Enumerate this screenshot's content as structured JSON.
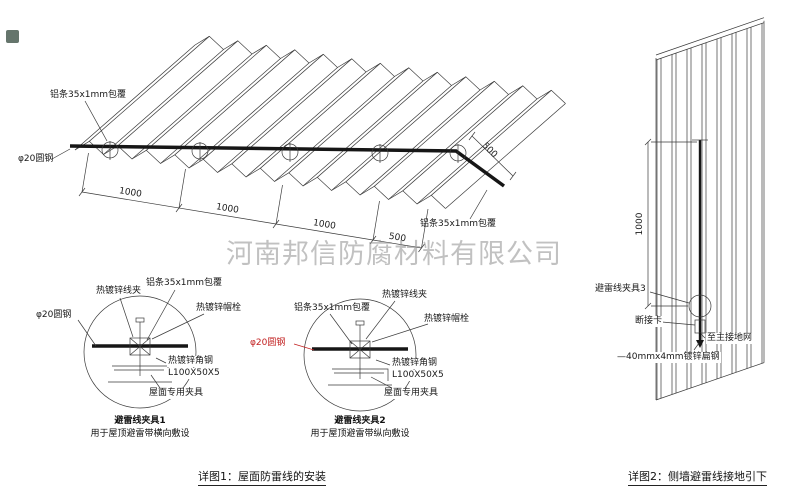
{
  "watermark": "河南邦信防腐材料有限公司",
  "roof": {
    "label_al_strip_top": "铝条35x1mm包覆",
    "label_al_strip_right": "铝条35x1mm包覆",
    "label_round_steel": "φ20圆钢",
    "dims_bottom": [
      "1000",
      "1000",
      "1000",
      "500"
    ],
    "dim_right": "500",
    "caption": "详图1：屋面防雷线的安装"
  },
  "detail1": {
    "label_wire_clip": "热镀锌线夹",
    "label_al_strip": "铝条35x1mm包覆",
    "label_bolt": "热镀锌帽栓",
    "label_round_steel": "φ20圆钢",
    "label_angle_steel": "热镀锌角钢",
    "label_angle_spec": "L100X50X5",
    "label_roof_fixture": "屋面专用夹具",
    "title": "避雷线夹具1",
    "subtitle": "用于屋顶避雷带横向敷设"
  },
  "detail2": {
    "label_al_strip": "铝条35x1mm包覆",
    "label_wire_clip": "热镀锌线夹",
    "label_bolt": "热镀锌帽栓",
    "label_round_steel": "φ20圆钢",
    "label_angle_steel": "热镀锌角钢",
    "label_angle_spec": "L100X50X5",
    "label_roof_fixture": "屋面专用夹具",
    "title": "避雷线夹具2",
    "subtitle": "用于屋顶避雷带纵向敷设"
  },
  "wall": {
    "dim": "1000",
    "label_clamp3": "避雷线夹具3",
    "label_disconnect": "断接卡",
    "label_to_ground": "至主接地网",
    "label_flat_steel": "—40mmx4mm镀锌扁钢",
    "caption": "详图2：侧墙避雷线接地引下"
  },
  "colors": {
    "line": "#3a3a3a",
    "red": "#c22020",
    "watermark": "#8f8f8f"
  }
}
